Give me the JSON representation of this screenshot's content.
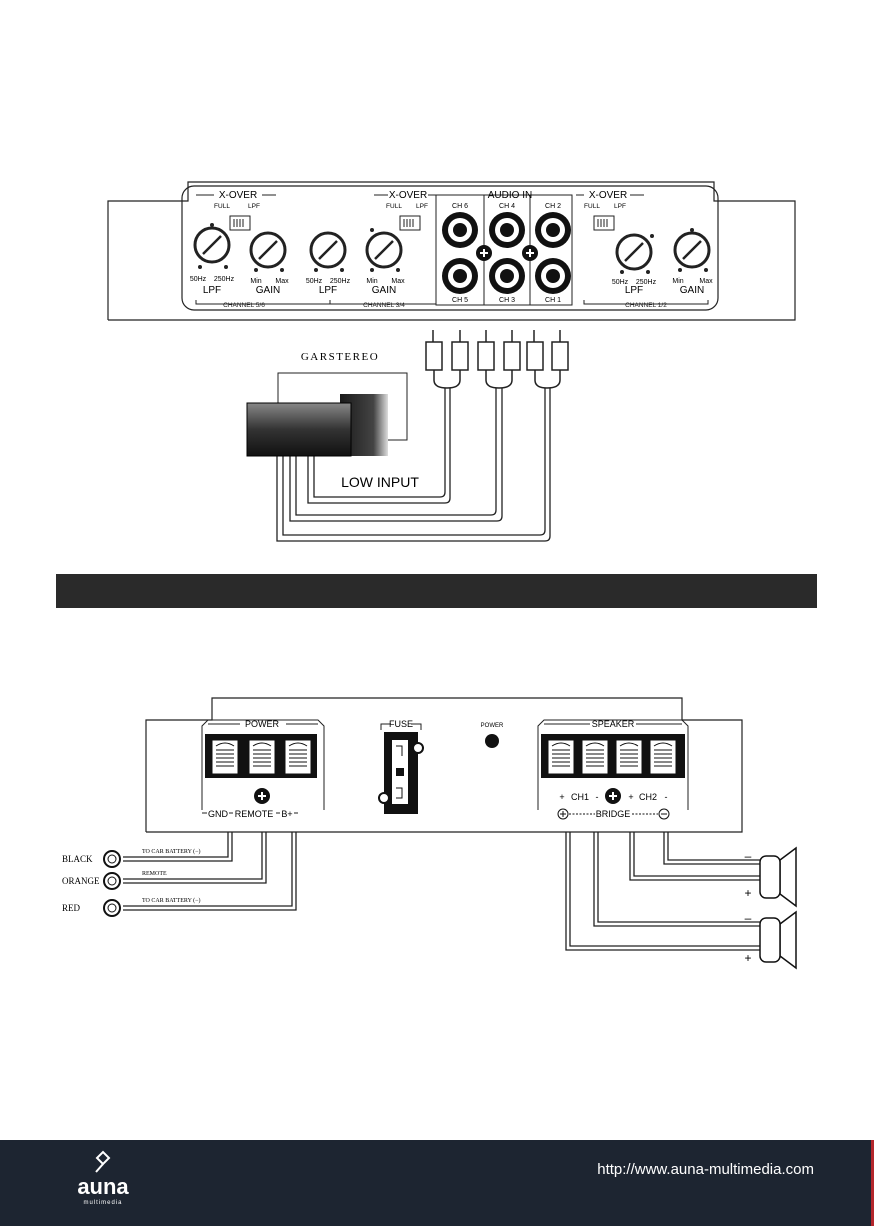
{
  "audio_diagram": {
    "xover": "X-OVER",
    "full": "FULL",
    "lpf_small": "LPF",
    "audio_in": "AUDIO IN",
    "hz50": "50Hz",
    "hz250": "250Hz",
    "min": "Min",
    "max": "Max",
    "lpf": "LPF",
    "gain": "GAIN",
    "ch6": "CH 6",
    "ch4": "CH 4",
    "ch2": "CH 2",
    "ch5": "CH 5",
    "ch3": "CH 3",
    "ch1": "CH 1",
    "channel56": "CHANNEL 5/6",
    "channel34": "CHANNEL 3/4",
    "channel12": "CHANNEL 1/2",
    "carstereo": "GARSTEREO",
    "low_input": "LOW INPUT"
  },
  "power_diagram": {
    "power": "POWER",
    "fuse": "FUSE",
    "power_led": "POWER",
    "speaker": "SPEAKER",
    "gnd": "GND",
    "remote": "REMOTE",
    "bplus": "B+",
    "ch1": "CH1",
    "ch2": "CH2",
    "bridge": "BRIDGE",
    "black": "BLACK",
    "orange": "ORANGE",
    "red": "RED",
    "to_car_battery_neg": "TO CAR BATTERY (−)",
    "remote_small": "REMOTE",
    "to_car_battery_neg2": "TO CAR BATTERY (−)"
  },
  "footer": {
    "url": "http://www.auna-multimedia.com",
    "logo_text": "auna",
    "logo_sub": "multimedia"
  }
}
